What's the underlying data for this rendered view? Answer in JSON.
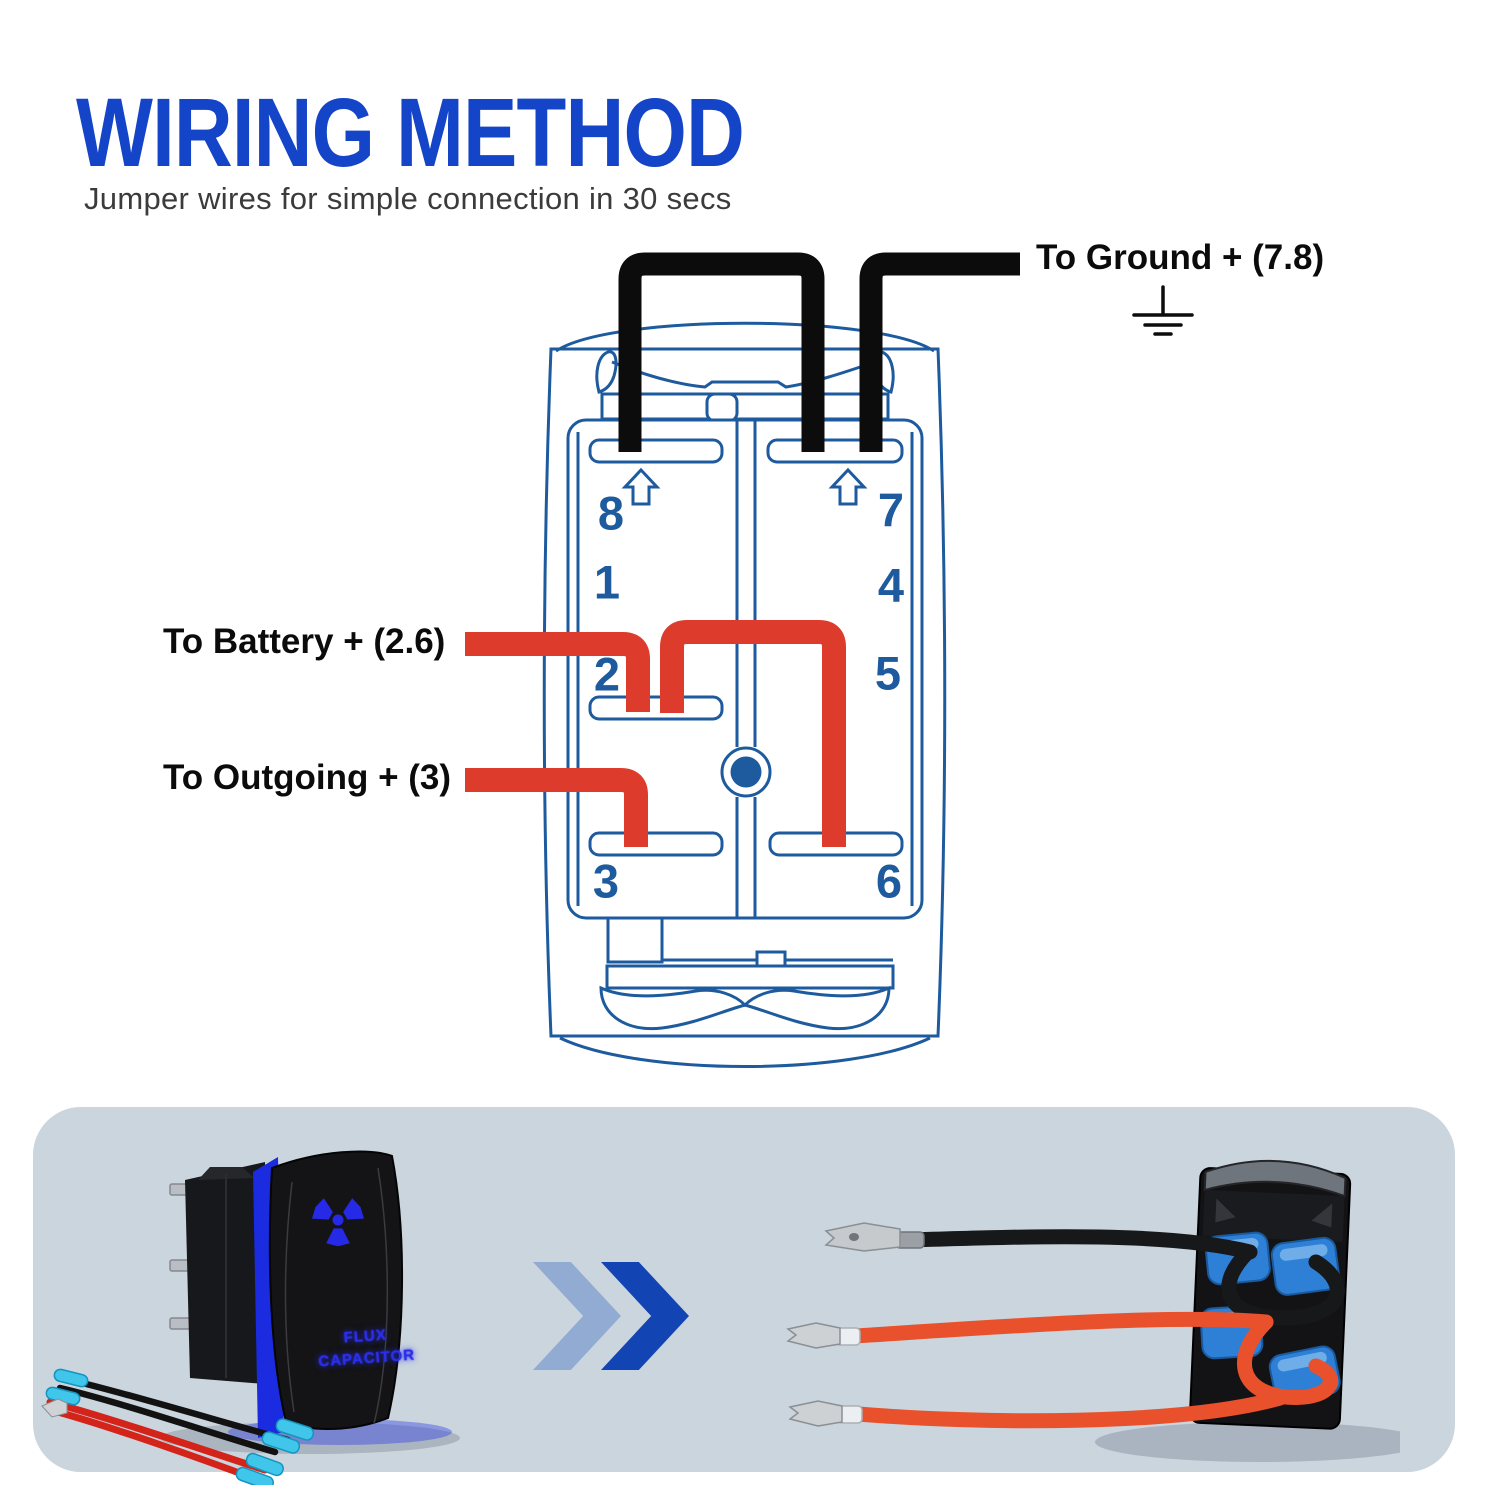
{
  "header": {
    "title": "WIRING METHOD",
    "subtitle": "Jumper wires for simple connection in 30 secs"
  },
  "diagram": {
    "labels": {
      "ground": "To Ground + (7.8)",
      "battery": "To Battery + (2.6)",
      "outgoing": "To Outgoing + (3)"
    },
    "pins": {
      "left": [
        "8",
        "1",
        "2",
        "3"
      ],
      "right": [
        "7",
        "4",
        "5",
        "6"
      ]
    }
  },
  "products": {
    "rocker_text": {
      "line1": "FLUX",
      "line2": "CAPACITOR"
    }
  },
  "colors": {
    "title-blue": "#1444c8",
    "diagram-blue": "#1d5b9e",
    "wire-red": "#dd3c2d",
    "wire-black": "#0c0c0c",
    "band-bg": "#cad5dd",
    "chevron-light": "#92abd3",
    "chevron-dark": "#1244b4",
    "led-blue": "#2b2fe8",
    "socket-blue": "#2e7fd6"
  }
}
